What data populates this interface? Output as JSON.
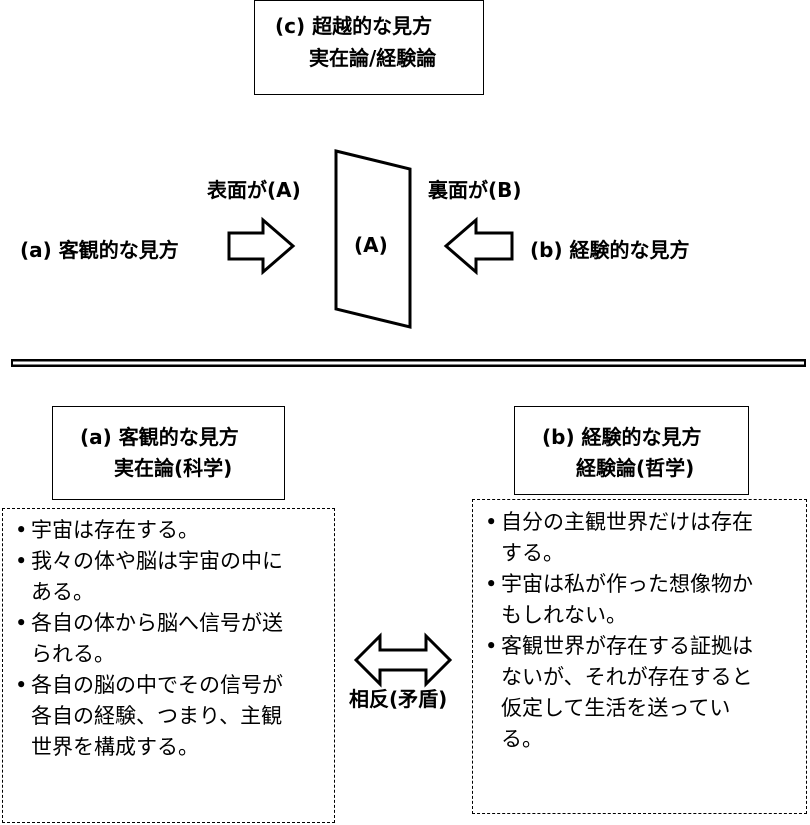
{
  "top_box": {
    "line1": "(c) 超越的な見方",
    "line2": "実在論/経験論"
  },
  "diagram": {
    "front_label": "表面が(A)",
    "back_label": "裏面が(B)",
    "left_label": "(a) 客観的な見方",
    "right_label": "(b) 経験的な見方",
    "center_label": "(A)"
  },
  "left_header": {
    "line1": "(a) 客観的な見方",
    "line2": "実在論(科学)"
  },
  "right_header": {
    "line1": "(b) 経験的な見方",
    "line2": "経験論(哲学)"
  },
  "middle_label": "相反(矛盾)",
  "bullet": "•",
  "left_list": [
    [
      "宇宙は存在する。"
    ],
    [
      "我々の体や脳は宇宙の中に",
      "ある。"
    ],
    [
      "各自の体から脳へ信号が送",
      "られる。"
    ],
    [
      "各自の脳の中でその信号が",
      "各自の経験、つまり、主観",
      "世界を構成する。"
    ]
  ],
  "right_list": [
    [
      "自分の主観世界だけは存在",
      "する。"
    ],
    [
      "宇宙は私が作った想像物か",
      "もしれない。"
    ],
    [
      "客観世界が存在する証拠は",
      "ないが、それが存在すると",
      "仮定して生活を送ってい",
      "る。"
    ]
  ]
}
